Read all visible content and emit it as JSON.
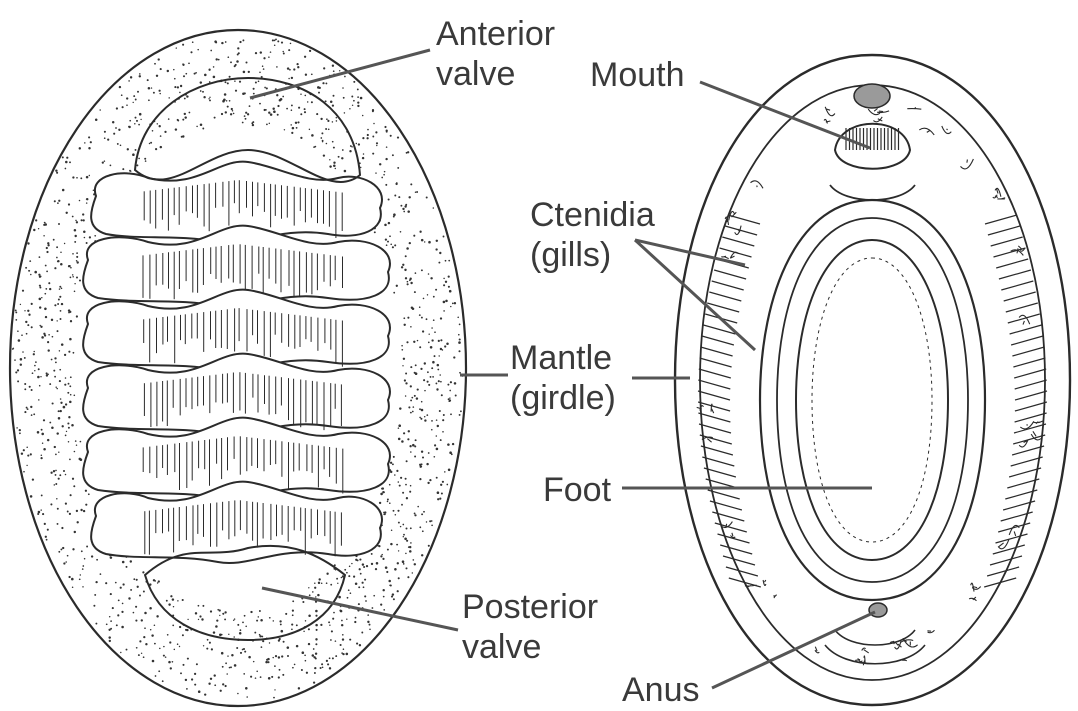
{
  "labels": {
    "anterior_valve": [
      "Anterior",
      "valve"
    ],
    "mouth": "Mouth",
    "ctenidia": [
      "Ctenidia",
      "(gills)"
    ],
    "mantle": [
      "Mantle",
      "(girdle)"
    ],
    "foot": "Foot",
    "posterior_valve": [
      "Posterior",
      "valve"
    ],
    "anus": "Anus"
  },
  "colors": {
    "ink": "#2b2b2b",
    "label": "#3a3a3a",
    "background": "#ffffff"
  }
}
